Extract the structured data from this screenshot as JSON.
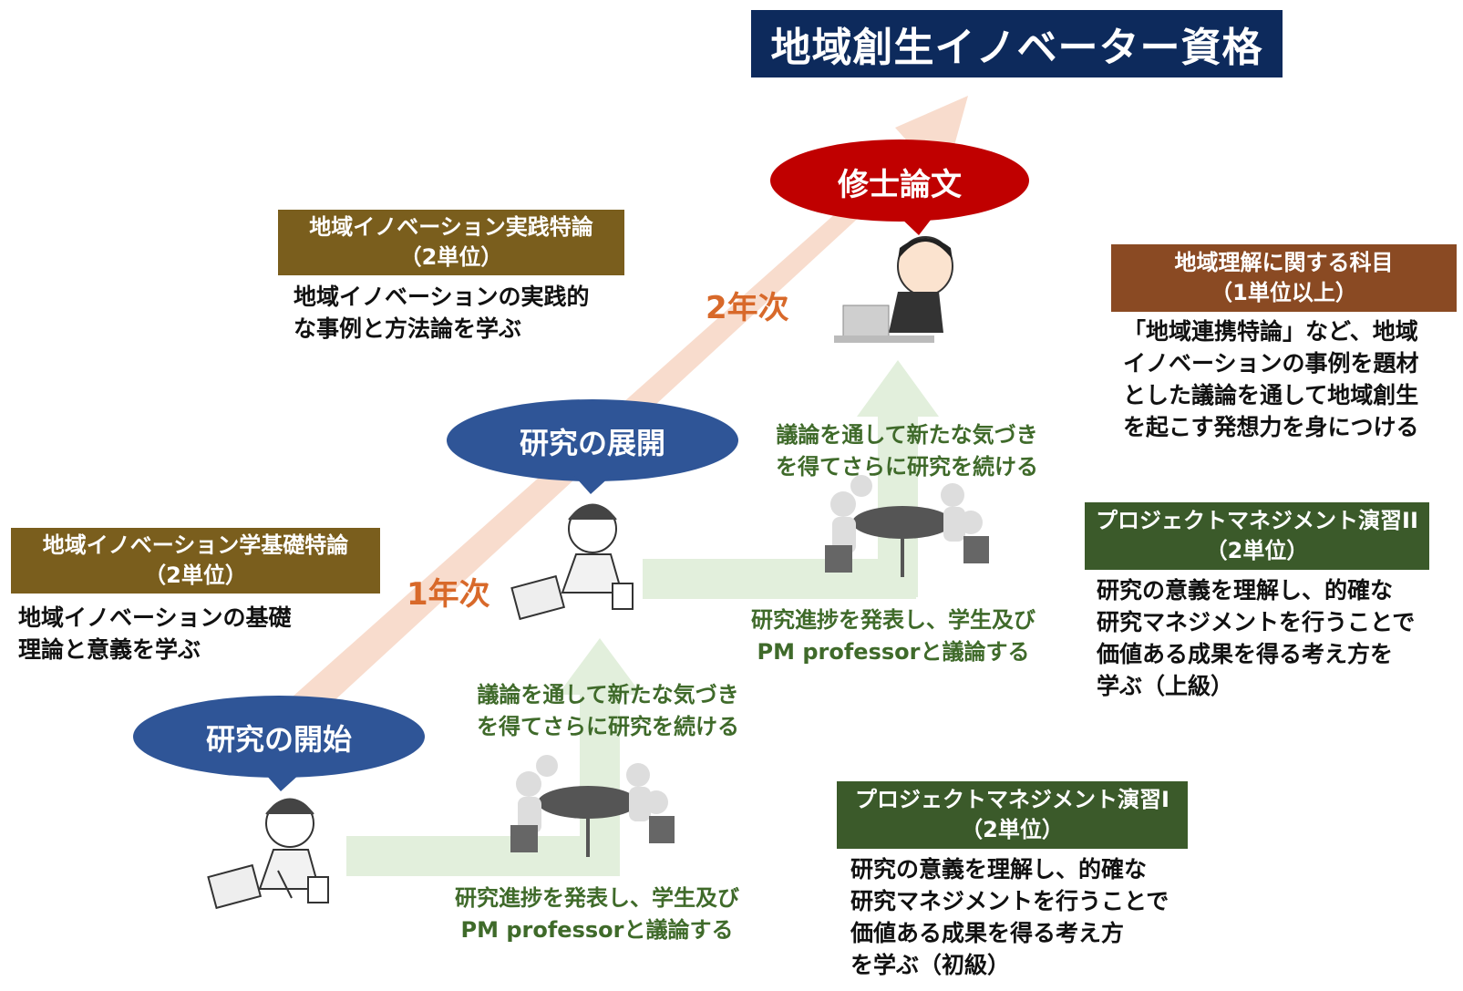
{
  "title": "地域創生イノベーター資格",
  "stages": {
    "start": "研究の開始",
    "development": "研究の展開",
    "thesis": "修士論文"
  },
  "years": {
    "year1": "1年次",
    "year2": "2年次"
  },
  "courses": {
    "practice": {
      "title": "地域イノベーション実践特論",
      "credits": "（2単位）",
      "desc": [
        "地域イノベーションの実践的",
        "な事例と方法論を学ぶ"
      ]
    },
    "basics": {
      "title": "地域イノベーション学基礎特論",
      "credits": "（2単位）",
      "desc": [
        "地域イノベーションの基礎",
        "理論と意義を学ぶ"
      ]
    },
    "regional": {
      "title": "地域理解に関する科目",
      "credits": "（1単位以上）",
      "desc": [
        "「地域連携特論」など、地域",
        "イノベーションの事例を題材",
        "とした議論を通して地域創生",
        "を起こす発想力を身につける"
      ]
    },
    "pm2": {
      "title": "プロジェクトマネジメント演習II",
      "credits": "（2単位）",
      "desc": [
        "研究の意義を理解し、的確な",
        "研究マネジメントを行うことで",
        "価値ある成果を得る考え方を",
        "学ぶ（上級）"
      ]
    },
    "pm1": {
      "title": "プロジェクトマネジメント演習I",
      "credits": "（2単位）",
      "desc": [
        "研究の意義を理解し、的確な",
        "研究マネジメントを行うことで",
        "価値ある成果を得る考え方",
        "を学ぶ（初級）"
      ]
    }
  },
  "flow": {
    "discuss_upper": [
      "議論を通して新たな気づき",
      "を得てさらに研究を続ける"
    ],
    "present_upper": [
      "研究進捗を発表し、学生及び",
      "PM professorと議論する"
    ],
    "discuss_lower": [
      "議論を通して新たな気づき",
      "を得てさらに研究を続ける"
    ],
    "present_lower": [
      "研究進捗を発表し、学生及び",
      "PM professorと議論する"
    ]
  },
  "colors": {
    "title_bg": "#0d2a5c",
    "bubble_blue": "#2f5597",
    "bubble_red": "#c00000",
    "olive": "#7a5e1d",
    "green_header": "#3b5a2a",
    "brown": "#8a4a23",
    "year_orange": "#d8692a",
    "flow_green": "#3f6a2a",
    "diagonal_arrow": "#f8dccd",
    "flow_arrow": "#e2efdc"
  }
}
